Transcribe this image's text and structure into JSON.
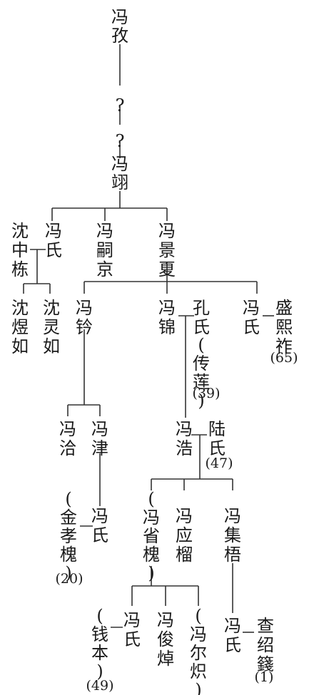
{
  "people": [
    {
      "id": "feng-mei",
      "name": "冯孜"
    },
    {
      "id": "unknown-1",
      "name": "?"
    },
    {
      "id": "unknown-2",
      "name": "?"
    },
    {
      "id": "feng-yi",
      "name": "冯翊"
    },
    {
      "id": "shen-zhongdong",
      "name": "沈中栋"
    },
    {
      "id": "feng-shi-a",
      "name": "冯氏"
    },
    {
      "id": "feng-sijing",
      "name": "冯嗣京"
    },
    {
      "id": "feng-jingxia",
      "name": "冯景夏"
    },
    {
      "id": "shen-yuru",
      "name": "沈煜如"
    },
    {
      "id": "shen-lingru",
      "name": "沈灵如"
    },
    {
      "id": "feng-ling",
      "name": "冯钤"
    },
    {
      "id": "feng-jin",
      "name": "冯锦"
    },
    {
      "id": "kong-shi",
      "name": "孔氏"
    },
    {
      "id": "kong-chuanlian",
      "name": "(传莲)"
    },
    {
      "id": "feng-shi-b",
      "name": "冯氏"
    },
    {
      "id": "sheng-xizuo",
      "name": "盛熙祚"
    },
    {
      "id": "feng-qia",
      "name": "冯洽"
    },
    {
      "id": "feng-jin2",
      "name": "冯津"
    },
    {
      "id": "feng-hao",
      "name": "冯浩"
    },
    {
      "id": "lu-shi",
      "name": "陆氏"
    },
    {
      "id": "jin-xiaohuai",
      "name": "(金孝槐)"
    },
    {
      "id": "feng-shi-c",
      "name": "冯氏"
    },
    {
      "id": "feng-shenghuai",
      "name": "(冯省槐)"
    },
    {
      "id": "feng-yingliu",
      "name": "冯应榴"
    },
    {
      "id": "feng-jiwu",
      "name": "冯集梧"
    },
    {
      "id": "qian-ben",
      "name": "(钱本)"
    },
    {
      "id": "feng-shi-d",
      "name": "冯氏"
    },
    {
      "id": "feng-junzhuo",
      "name": "冯俊焯"
    },
    {
      "id": "feng-erchi",
      "name": "(冯尔炽)"
    },
    {
      "id": "feng-shi-e",
      "name": "冯氏"
    },
    {
      "id": "zha-shaojian",
      "name": "查绍籛"
    }
  ],
  "annotations": [
    {
      "id": "kong-chuanlian-number",
      "text": "(39)"
    },
    {
      "id": "sheng-xizuo-number",
      "text": "(65)"
    },
    {
      "id": "lu-shi-number",
      "text": "(47)"
    },
    {
      "id": "jin-xiaohuai-number",
      "text": "(20)"
    },
    {
      "id": "qian-ben-number",
      "text": "(49)"
    },
    {
      "id": "zha-shaojian-number",
      "text": "(1)"
    }
  ]
}
